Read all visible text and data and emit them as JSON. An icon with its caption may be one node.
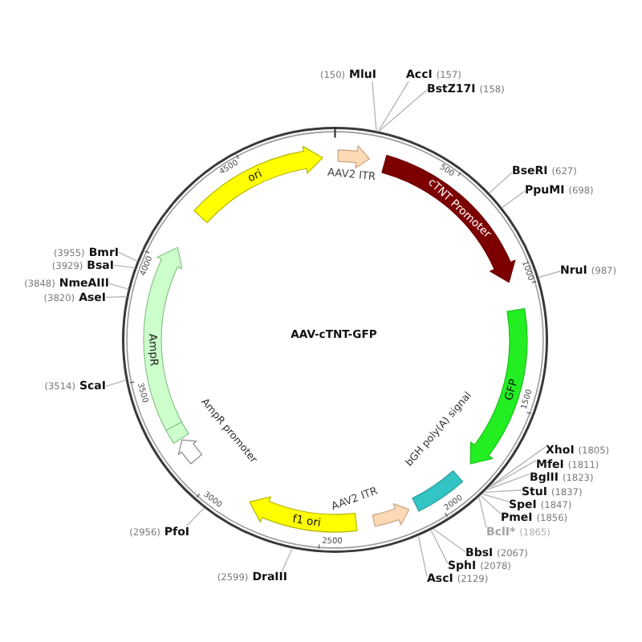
{
  "diagram": {
    "title": "AAV-cTNT-GFP",
    "nodes": [
      {
        "text": [],
        "shape": "circle"
      },
      {
        "text": [
          "AAV2 ITR"
        ],
        "in": 0
      },
      {
        "text": [
          "cTNT Promoter"
        ],
        "in": 0
      },
      {
        "text": [
          "GFP"
        ],
        "in": 0
      },
      {
        "text": [
          "bGH poly(A) signal"
        ],
        "in": 0
      },
      {
        "text": [
          "AAV2 ITR"
        ],
        "in": 0
      },
      {
        "text": [
          "f1 ori"
        ],
        "in": 0
      },
      {
        "text": [
          "AmpR promoter"
        ],
        "in": 0
      },
      {
        "text": [
          "AmpR"
        ],
        "in": 0
      },
      {
        "text": [
          "ori"
        ],
        "in": 0
      },
      {
        "text": [
          "MluI"
        ],
        "beside": [
          "(150)"
        ]
      },
      {
        "text": [
          "AccI"
        ],
        "beside": [
          "(157)"
        ]
      },
      {
        "text": [
          "BstZ17I"
        ],
        "beside": [
          "(158)"
        ]
      },
      {
        "text": [
          "BseRI"
        ],
        "beside": [
          "(627)"
        ]
      },
      {
        "text": [
          "PpuMI"
        ],
        "beside": [
          "(698)"
        ]
      },
      {
        "text": [
          "NruI"
        ],
        "beside": [
          "(987)"
        ]
      },
      {
        "text": [
          "XhoI"
        ],
        "beside": [
          "(1805)"
        ]
      },
      {
        "text": [
          "MfeI"
        ],
        "beside": [
          "(1811)"
        ]
      },
      {
        "text": [
          "BglII"
        ],
        "beside": [
          "(1823)"
        ]
      },
      {
        "text": [
          "StuI"
        ],
        "beside": [
          "(1837)"
        ]
      },
      {
        "text": [
          "SpeI"
        ],
        "beside": [
          "(1847)"
        ]
      },
      {
        "text": [
          "PmeI"
        ],
        "beside": [
          "(1856)"
        ]
      },
      {
        "text": [
          "BclI*"
        ],
        "beside": [
          "(1865)"
        ]
      },
      {
        "text": [
          "BbsI"
        ],
        "beside": [
          "(2067)"
        ]
      },
      {
        "text": [
          "SphI"
        ],
        "beside": [
          "(2078)"
        ]
      },
      {
        "text": [
          "AscI"
        ],
        "beside": [
          "(2129)"
        ]
      },
      {
        "text": [
          "DraIII"
        ],
        "beside": [
          "(2599)"
        ]
      },
      {
        "text": [
          "PfoI"
        ],
        "beside": [
          "(2956)"
        ]
      },
      {
        "text": [
          "ScaI"
        ],
        "beside": [
          "(3514)"
        ]
      },
      {
        "text": [
          "AseI"
        ],
        "beside": [
          "(3820)"
        ]
      },
      {
        "text": [
          "NmeAIII"
        ],
        "beside": [
          "(3848)"
        ]
      },
      {
        "text": [
          "BsaI"
        ],
        "beside": [
          "(3929)"
        ]
      },
      {
        "text": [
          "BmrI"
        ],
        "beside": [
          "(3955)"
        ]
      }
    ],
    "edges": [
      {
        "from": 10,
        "to": 0,
        "arrow": "none"
      },
      {
        "from": 11,
        "to": 0,
        "arrow": "none"
      },
      {
        "from": 12,
        "to": 0,
        "arrow": "none"
      },
      {
        "from": 13,
        "to": 0,
        "arrow": "none"
      },
      {
        "from": 14,
        "to": 0,
        "arrow": "none"
      },
      {
        "from": 15,
        "to": 0,
        "arrow": "none"
      },
      {
        "from": 16,
        "to": 0,
        "arrow": "none"
      },
      {
        "from": 17,
        "to": 0,
        "arrow": "none"
      },
      {
        "from": 18,
        "to": 0,
        "arrow": "none"
      },
      {
        "from": 19,
        "to": 0,
        "arrow": "none"
      },
      {
        "from": 20,
        "to": 0,
        "arrow": "none"
      },
      {
        "from": 21,
        "to": 0,
        "arrow": "none"
      },
      {
        "from": 22,
        "to": 0,
        "arrow": "none"
      },
      {
        "from": 23,
        "to": 0,
        "arrow": "none"
      },
      {
        "from": 24,
        "to": 0,
        "arrow": "none"
      },
      {
        "from": 25,
        "to": 0,
        "arrow": "none"
      },
      {
        "from": 26,
        "to": 0,
        "arrow": "none"
      },
      {
        "from": 27,
        "to": 0,
        "arrow": "none"
      },
      {
        "from": 28,
        "to": 0,
        "arrow": "none"
      },
      {
        "from": 29,
        "to": 0,
        "arrow": "none"
      },
      {
        "from": 30,
        "to": 0,
        "arrow": "none"
      },
      {
        "from": 31,
        "to": 0,
        "arrow": "none"
      },
      {
        "from": 32,
        "to": 0,
        "arrow": "none"
      }
    ],
    "labels": [
      "500",
      "1000",
      "1500",
      "2000",
      "2500",
      "3000",
      "3500",
      "4000",
      "4500"
    ]
  }
}
